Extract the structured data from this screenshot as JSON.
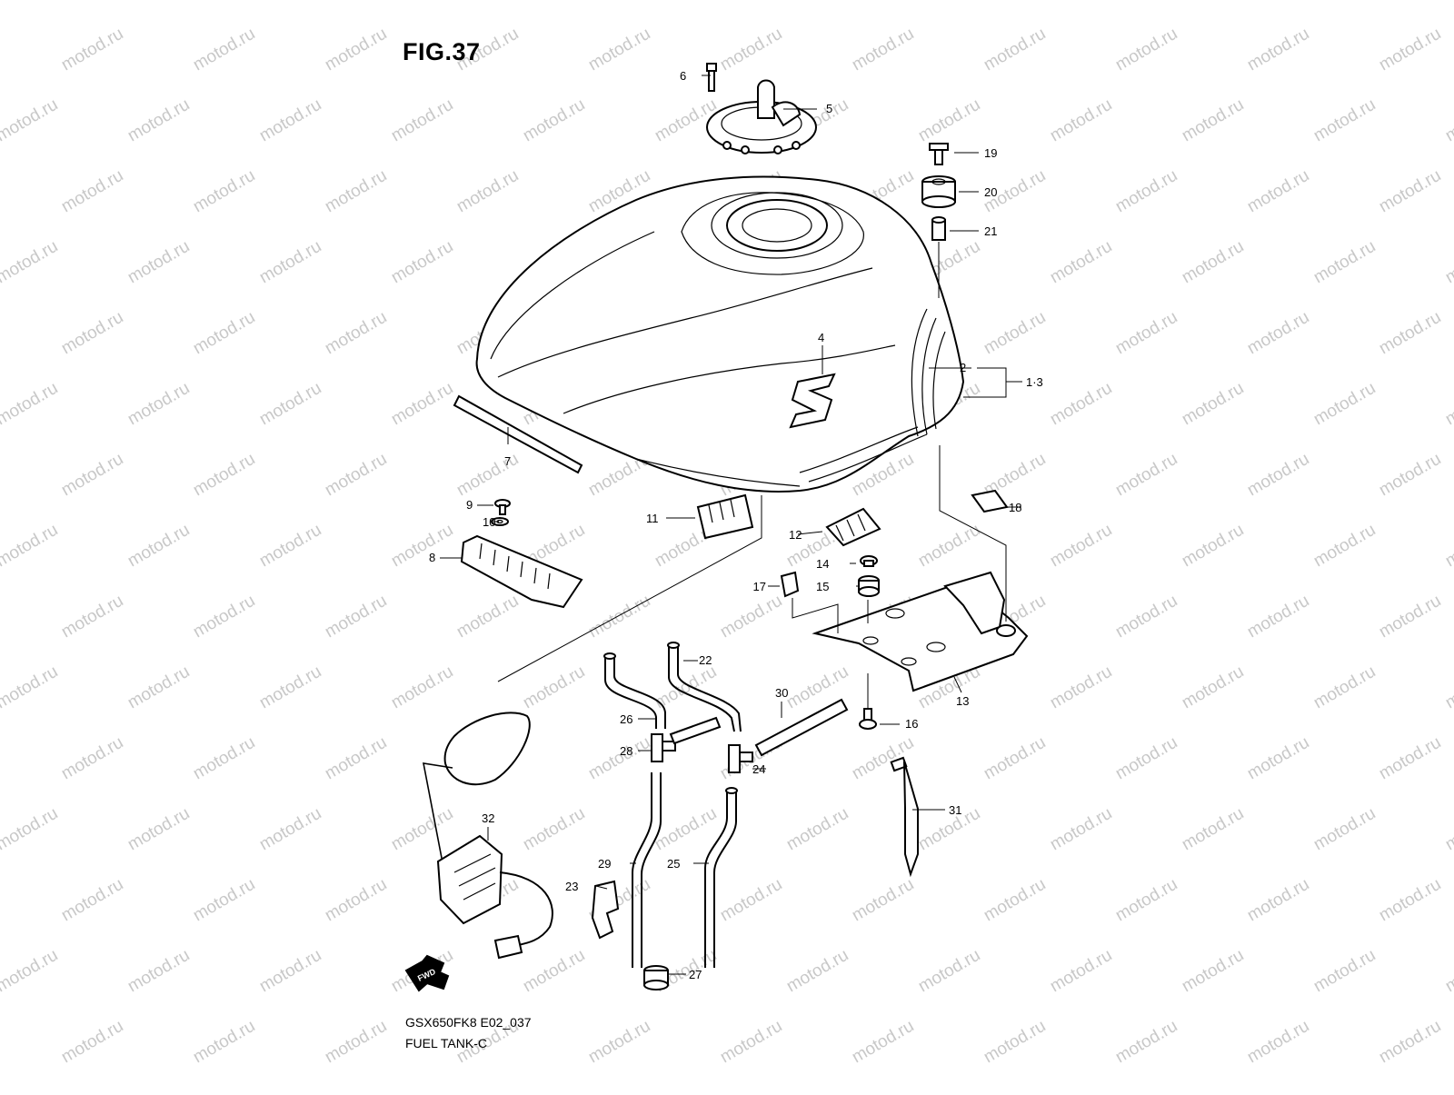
{
  "figure": {
    "title": "FIG.37",
    "model_code": "GSX650FK8 E02_037",
    "section_name": "FUEL TANK-C",
    "watermark": "motod.ru",
    "fwd_label": "FWD"
  },
  "callouts": [
    {
      "id": "c2",
      "text": "2"
    },
    {
      "id": "c13group",
      "text": "1·3"
    },
    {
      "id": "c4",
      "text": "4"
    },
    {
      "id": "c5",
      "text": "5"
    },
    {
      "id": "c6",
      "text": "6"
    },
    {
      "id": "c7",
      "text": "7"
    },
    {
      "id": "c8",
      "text": "8"
    },
    {
      "id": "c9",
      "text": "9"
    },
    {
      "id": "c10",
      "text": "10"
    },
    {
      "id": "c11",
      "text": "11"
    },
    {
      "id": "c12",
      "text": "12"
    },
    {
      "id": "c13",
      "text": "13"
    },
    {
      "id": "c14",
      "text": "14"
    },
    {
      "id": "c15",
      "text": "15"
    },
    {
      "id": "c16",
      "text": "16"
    },
    {
      "id": "c17",
      "text": "17"
    },
    {
      "id": "c18",
      "text": "18"
    },
    {
      "id": "c19",
      "text": "19"
    },
    {
      "id": "c20",
      "text": "20"
    },
    {
      "id": "c21",
      "text": "21"
    },
    {
      "id": "c22",
      "text": "22"
    },
    {
      "id": "c23",
      "text": "23"
    },
    {
      "id": "c24",
      "text": "24"
    },
    {
      "id": "c25",
      "text": "25"
    },
    {
      "id": "c26",
      "text": "26"
    },
    {
      "id": "c27",
      "text": "27"
    },
    {
      "id": "c28",
      "text": "28"
    },
    {
      "id": "c29",
      "text": "29"
    },
    {
      "id": "c30",
      "text": "30"
    },
    {
      "id": "c31",
      "text": "31"
    },
    {
      "id": "c32",
      "text": "32"
    }
  ]
}
